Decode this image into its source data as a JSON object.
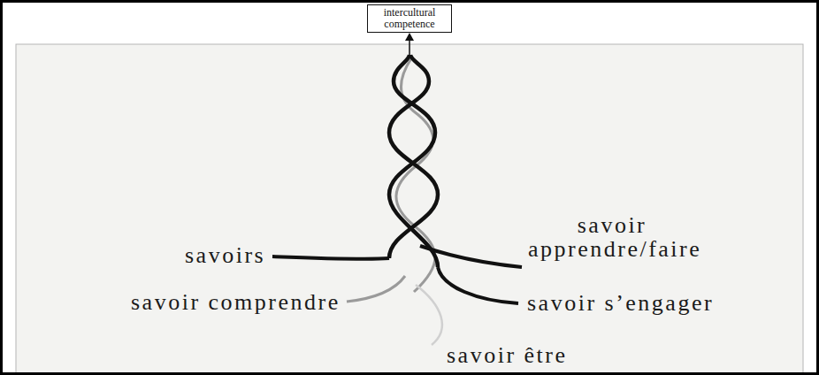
{
  "diagram": {
    "nodes": [
      {
        "text": [
          "intercultural competence"
        ]
      }
    ],
    "labels": [
      "savoirs",
      "savoir comprendre",
      "savoir apprendre/faire",
      "savoir s’engager",
      "savoir être"
    ]
  }
}
